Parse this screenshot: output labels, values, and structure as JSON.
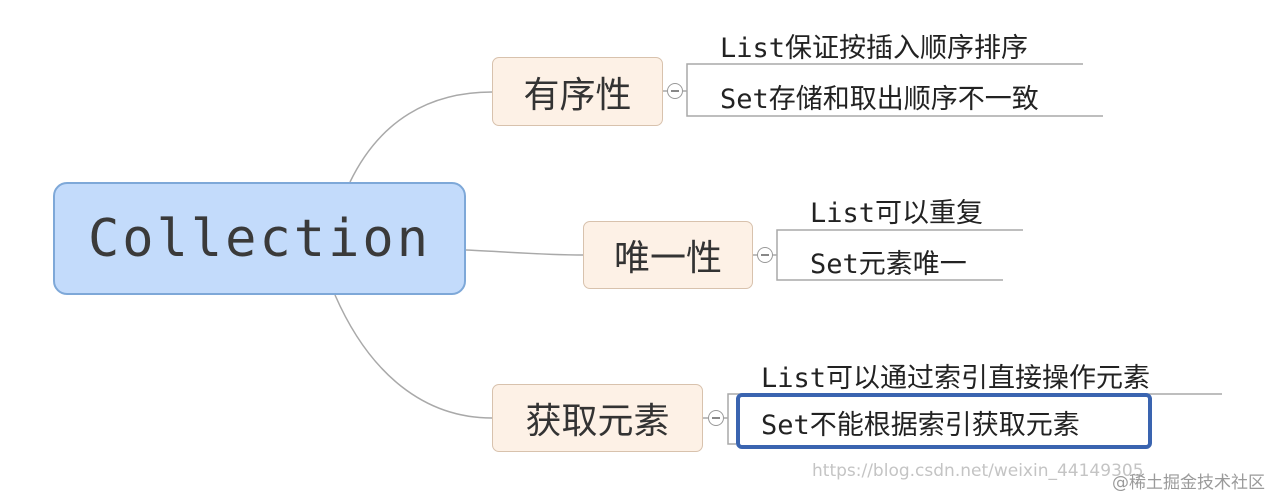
{
  "root": {
    "label": "Collection"
  },
  "branches": [
    {
      "label": "有序性",
      "leaves": [
        "List保证按插入顺序排序",
        "Set存储和取出顺序不一致"
      ]
    },
    {
      "label": "唯一性",
      "leaves": [
        "List可以重复",
        "Set元素唯一"
      ]
    },
    {
      "label": "获取元素",
      "leaves": [
        "List可以通过索引直接操作元素",
        "Set不能根据索引获取元素"
      ]
    }
  ],
  "highlighted_leaf": "Set不能根据索引获取元素",
  "watermark": {
    "url": "https://blog.csdn.net/weixin_44149305",
    "community": "@稀土掘金技术社区"
  },
  "colors": {
    "root_fill": "#c3dbfb",
    "root_border": "#7ea8d8",
    "branch_fill": "#fdf1e6",
    "branch_border": "#d8c2ad",
    "highlight_border": "#3a64b0",
    "connector": "#a9a9a9"
  },
  "icons": [
    "collapse-toggle-icon"
  ]
}
